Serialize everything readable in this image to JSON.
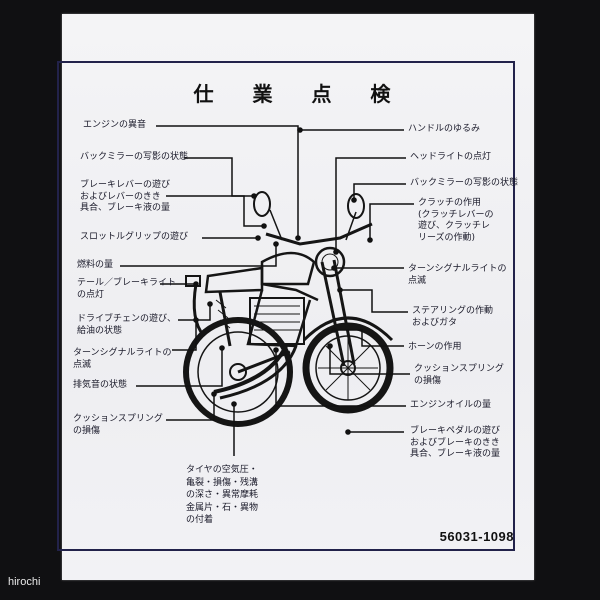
{
  "title": "仕 業 点 検",
  "part_number": "56031-1098",
  "watermark": "hirochi",
  "labels_left": [
    "エンジンの異音",
    "バックミラーの写影の状態",
    "ブレーキレバーの遊び\nおよびレバーのきき\n具合、ブレーキ液の量",
    "スロットルグリップの遊び",
    "燃料の量",
    "テール／ブレーキライト\nの点灯",
    "ドライブチェンの遊び、\n給油の状態",
    "ターンシグナルライトの\n点滅",
    "排気音の状態",
    "クッションスプリング\nの損傷"
  ],
  "labels_right": [
    "ハンドルのゆるみ",
    "ヘッドライトの点灯",
    "バックミラーの写影の状態",
    "クラッチの作用\n(クラッチレバーの\n遊び、クラッチレ\nリーズの作動)",
    "ターンシグナルライトの\n点滅",
    "ステアリングの作動\nおよびガタ",
    "ホーンの作用",
    "クッションスプリング\nの損傷",
    "エンジンオイルの量",
    "ブレーキペダルの遊び\nおよびブレーキのきき\n具合、ブレーキ液の量"
  ],
  "label_bottom": "タイヤの空気圧・\n亀裂・損傷・残溝\nの深さ・異常摩耗\n金属片・石・異物\nの付着"
}
